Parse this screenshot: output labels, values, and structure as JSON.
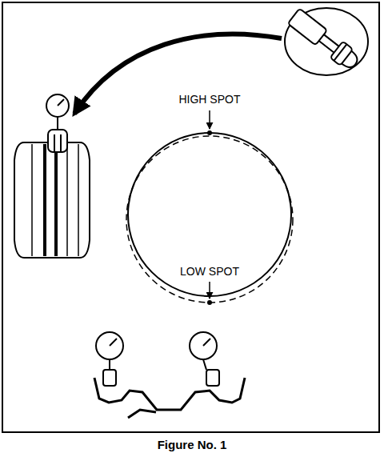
{
  "diagram": {
    "caption": "Figure No. 1",
    "labels": [
      "HIGH SPOT",
      "LOW SPOT"
    ]
  }
}
